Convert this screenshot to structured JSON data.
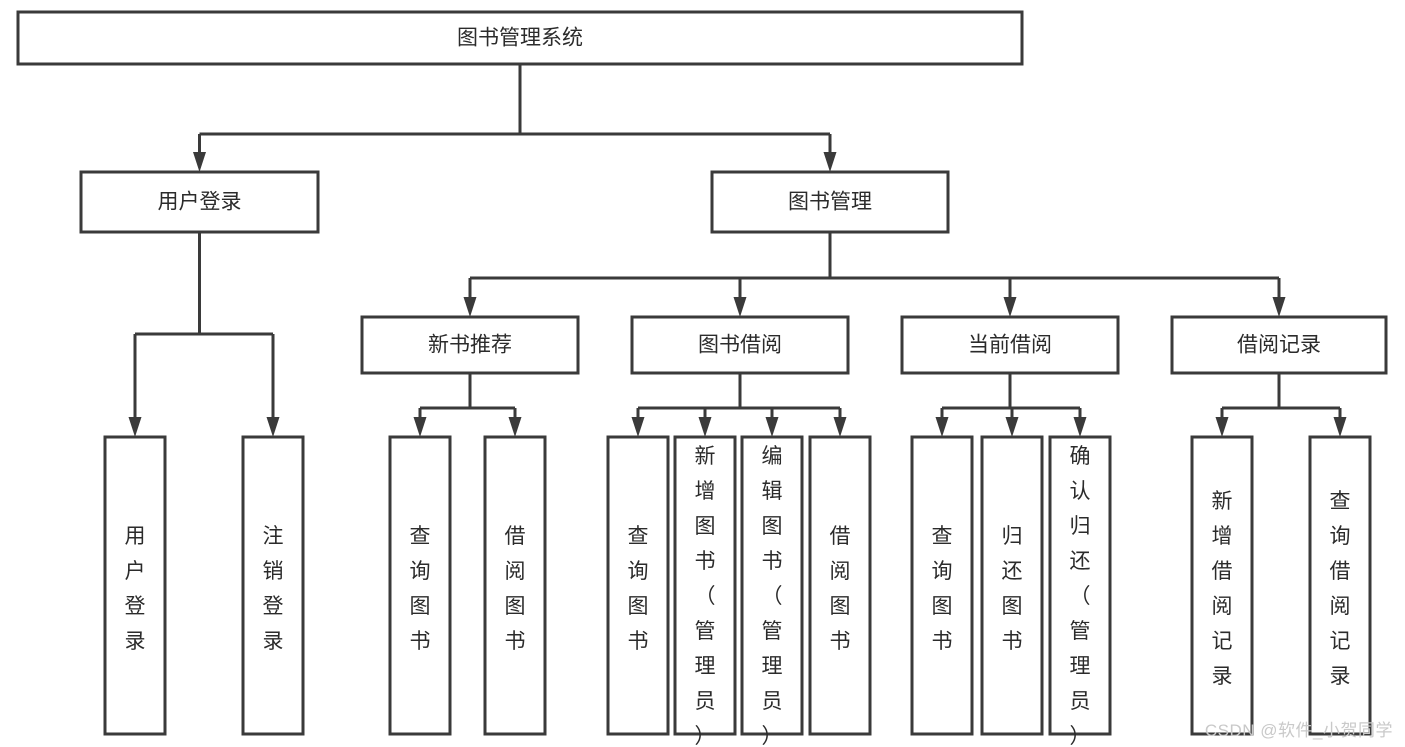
{
  "diagram": {
    "type": "hierarchy-tree",
    "title": "图书管理系统",
    "orientation": "top-down",
    "colors": {
      "box_fill": "#ffffff",
      "box_stroke": "#3a3a3a",
      "connector": "#3a3a3a",
      "text": "#2b2b2b",
      "background": "#ffffff",
      "watermark": "#c9c9c9"
    },
    "root": {
      "label": "图书管理系统",
      "name": "node-book-management-system"
    },
    "level2": [
      {
        "label": "用户登录",
        "name": "node-user-login"
      },
      {
        "label": "图书管理",
        "name": "node-book-management"
      }
    ],
    "level3": [
      {
        "label": "新书推荐",
        "name": "node-new-book-recommend"
      },
      {
        "label": "图书借阅",
        "name": "node-book-borrow"
      },
      {
        "label": "当前借阅",
        "name": "node-current-borrow"
      },
      {
        "label": "借阅记录",
        "name": "node-borrow-record"
      }
    ],
    "leaves": {
      "user_login": [
        {
          "label": "用户登录",
          "name": "leaf-user-login"
        },
        {
          "label": "注销登录",
          "name": "leaf-logout"
        }
      ],
      "new_book_recommend": [
        {
          "label": "查询图书",
          "name": "leaf-query-book-recommend"
        },
        {
          "label": "借阅图书",
          "name": "leaf-borrow-book-recommend"
        }
      ],
      "book_borrow": [
        {
          "label": "查询图书",
          "name": "leaf-query-book-borrow"
        },
        {
          "label": "新增图书（管理员）",
          "name": "leaf-add-book-admin"
        },
        {
          "label": "编辑图书（管理员）",
          "name": "leaf-edit-book-admin"
        },
        {
          "label": "借阅图书",
          "name": "leaf-borrow-book"
        }
      ],
      "current_borrow": [
        {
          "label": "查询图书",
          "name": "leaf-query-book-current"
        },
        {
          "label": "归还图书",
          "name": "leaf-return-book"
        },
        {
          "label": "确认归还（管理员）",
          "name": "leaf-confirm-return-admin"
        }
      ],
      "borrow_record": [
        {
          "label": "新增借阅记录",
          "name": "leaf-add-borrow-record"
        },
        {
          "label": "查询借阅记录",
          "name": "leaf-query-borrow-record"
        }
      ]
    }
  },
  "watermark": {
    "text": "CSDN @软件_小贺同学"
  }
}
